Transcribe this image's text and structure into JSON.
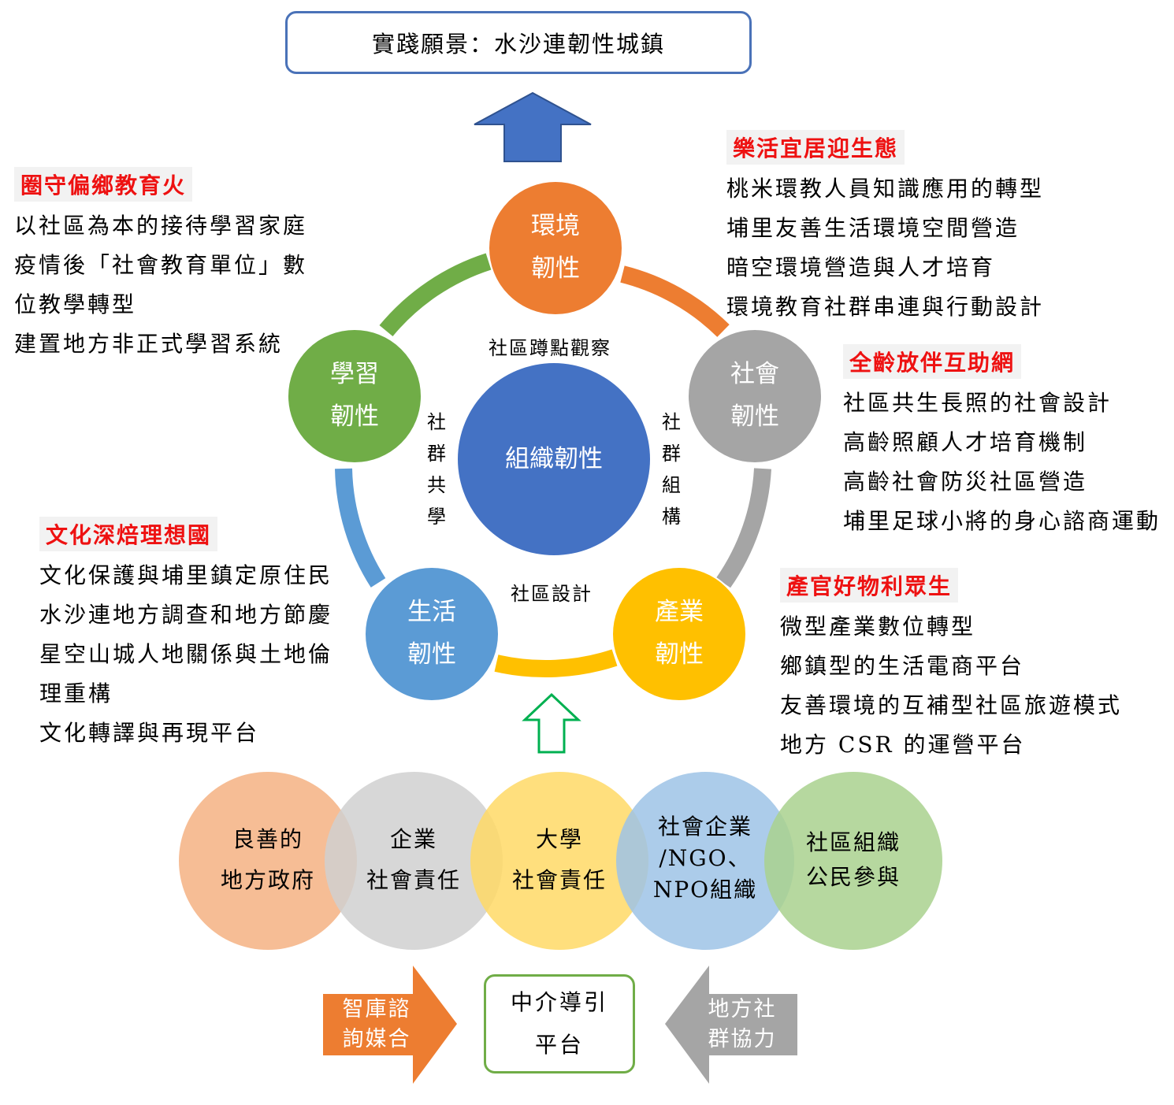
{
  "vision": "實踐願景：水沙連韌性城鎮",
  "center": "組織韌性",
  "nodes": {
    "environment": {
      "line1": "環境",
      "line2": "韌性"
    },
    "social": {
      "line1": "社會",
      "line2": "韌性"
    },
    "industry": {
      "line1": "產業",
      "line2": "韌性"
    },
    "life": {
      "line1": "生活",
      "line2": "韌性"
    },
    "learning": {
      "line1": "學習",
      "line2": "韌性"
    }
  },
  "ring_labels": {
    "top": "社區蹲點觀察",
    "bottom": "社區設計",
    "left": [
      "社",
      "群",
      "共",
      "學"
    ],
    "right": [
      "社",
      "群",
      "組",
      "構"
    ]
  },
  "sections": {
    "learning": {
      "heading": "圈守偏鄉教育火",
      "items": [
        "以社區為本的接待學習家庭",
        "疫情後「社會教育單位」數",
        "位教學轉型",
        "建置地方非正式學習系統"
      ]
    },
    "environment": {
      "heading": "樂活宜居迎生態",
      "items": [
        "桃米環教人員知識應用的轉型",
        "埔里友善生活環境空間營造",
        "暗空環境營造與人才培育",
        "環境教育社群串連與行動設計"
      ]
    },
    "social": {
      "heading": "全齡放伴互助網",
      "items": [
        "社區共生長照的社會設計",
        "高齡照顧人才培育機制",
        "高齡社會防災社區營造",
        "埔里足球小將的身心諮商運動"
      ]
    },
    "culture": {
      "heading": "文化深焙理想國",
      "items": [
        "文化保護與埔里鎮定原住民",
        "水沙連地方調查和地方節慶",
        "星空山城人地關係與土地倫",
        "理重構",
        "文化轉譯與再現平台"
      ]
    },
    "industry": {
      "heading": "產官好物利眾生",
      "items": [
        "微型產業數位轉型",
        "鄉鎮型的生活電商平台",
        "友善環境的互補型社區旅遊模式",
        "地方 CSR 的運營平台"
      ]
    }
  },
  "stakeholders": [
    {
      "line1": "良善的",
      "line2": "地方政府"
    },
    {
      "line1": "企業",
      "line2": "社會責任"
    },
    {
      "line1": "大學",
      "line2": "社會責任"
    },
    {
      "line1": "社會企業",
      "line2": "/NGO、",
      "line3": "NPO組織"
    },
    {
      "line1": "社區組織",
      "line2": "公民參與"
    }
  ],
  "bottom": {
    "left_arrow": {
      "line1": "智庫諮",
      "line2": "詢媒合"
    },
    "platform": {
      "line1": "中介導引",
      "line2": "平台"
    },
    "right_arrow": {
      "line1": "地方社",
      "line2": "群協力"
    }
  },
  "colors": {
    "environment": "#ed7d31",
    "social": "#a5a5a5",
    "industry": "#ffc000",
    "life": "#5b9bd5",
    "learning": "#70ad47",
    "center": "#4472c4",
    "heading_red": "#ee1111",
    "venn_gov": "#f4b183",
    "venn_corp": "#d0d0d0",
    "venn_univ": "#ffd966",
    "venn_ngo": "#9dc3e6",
    "venn_comm": "#a9d18e"
  }
}
